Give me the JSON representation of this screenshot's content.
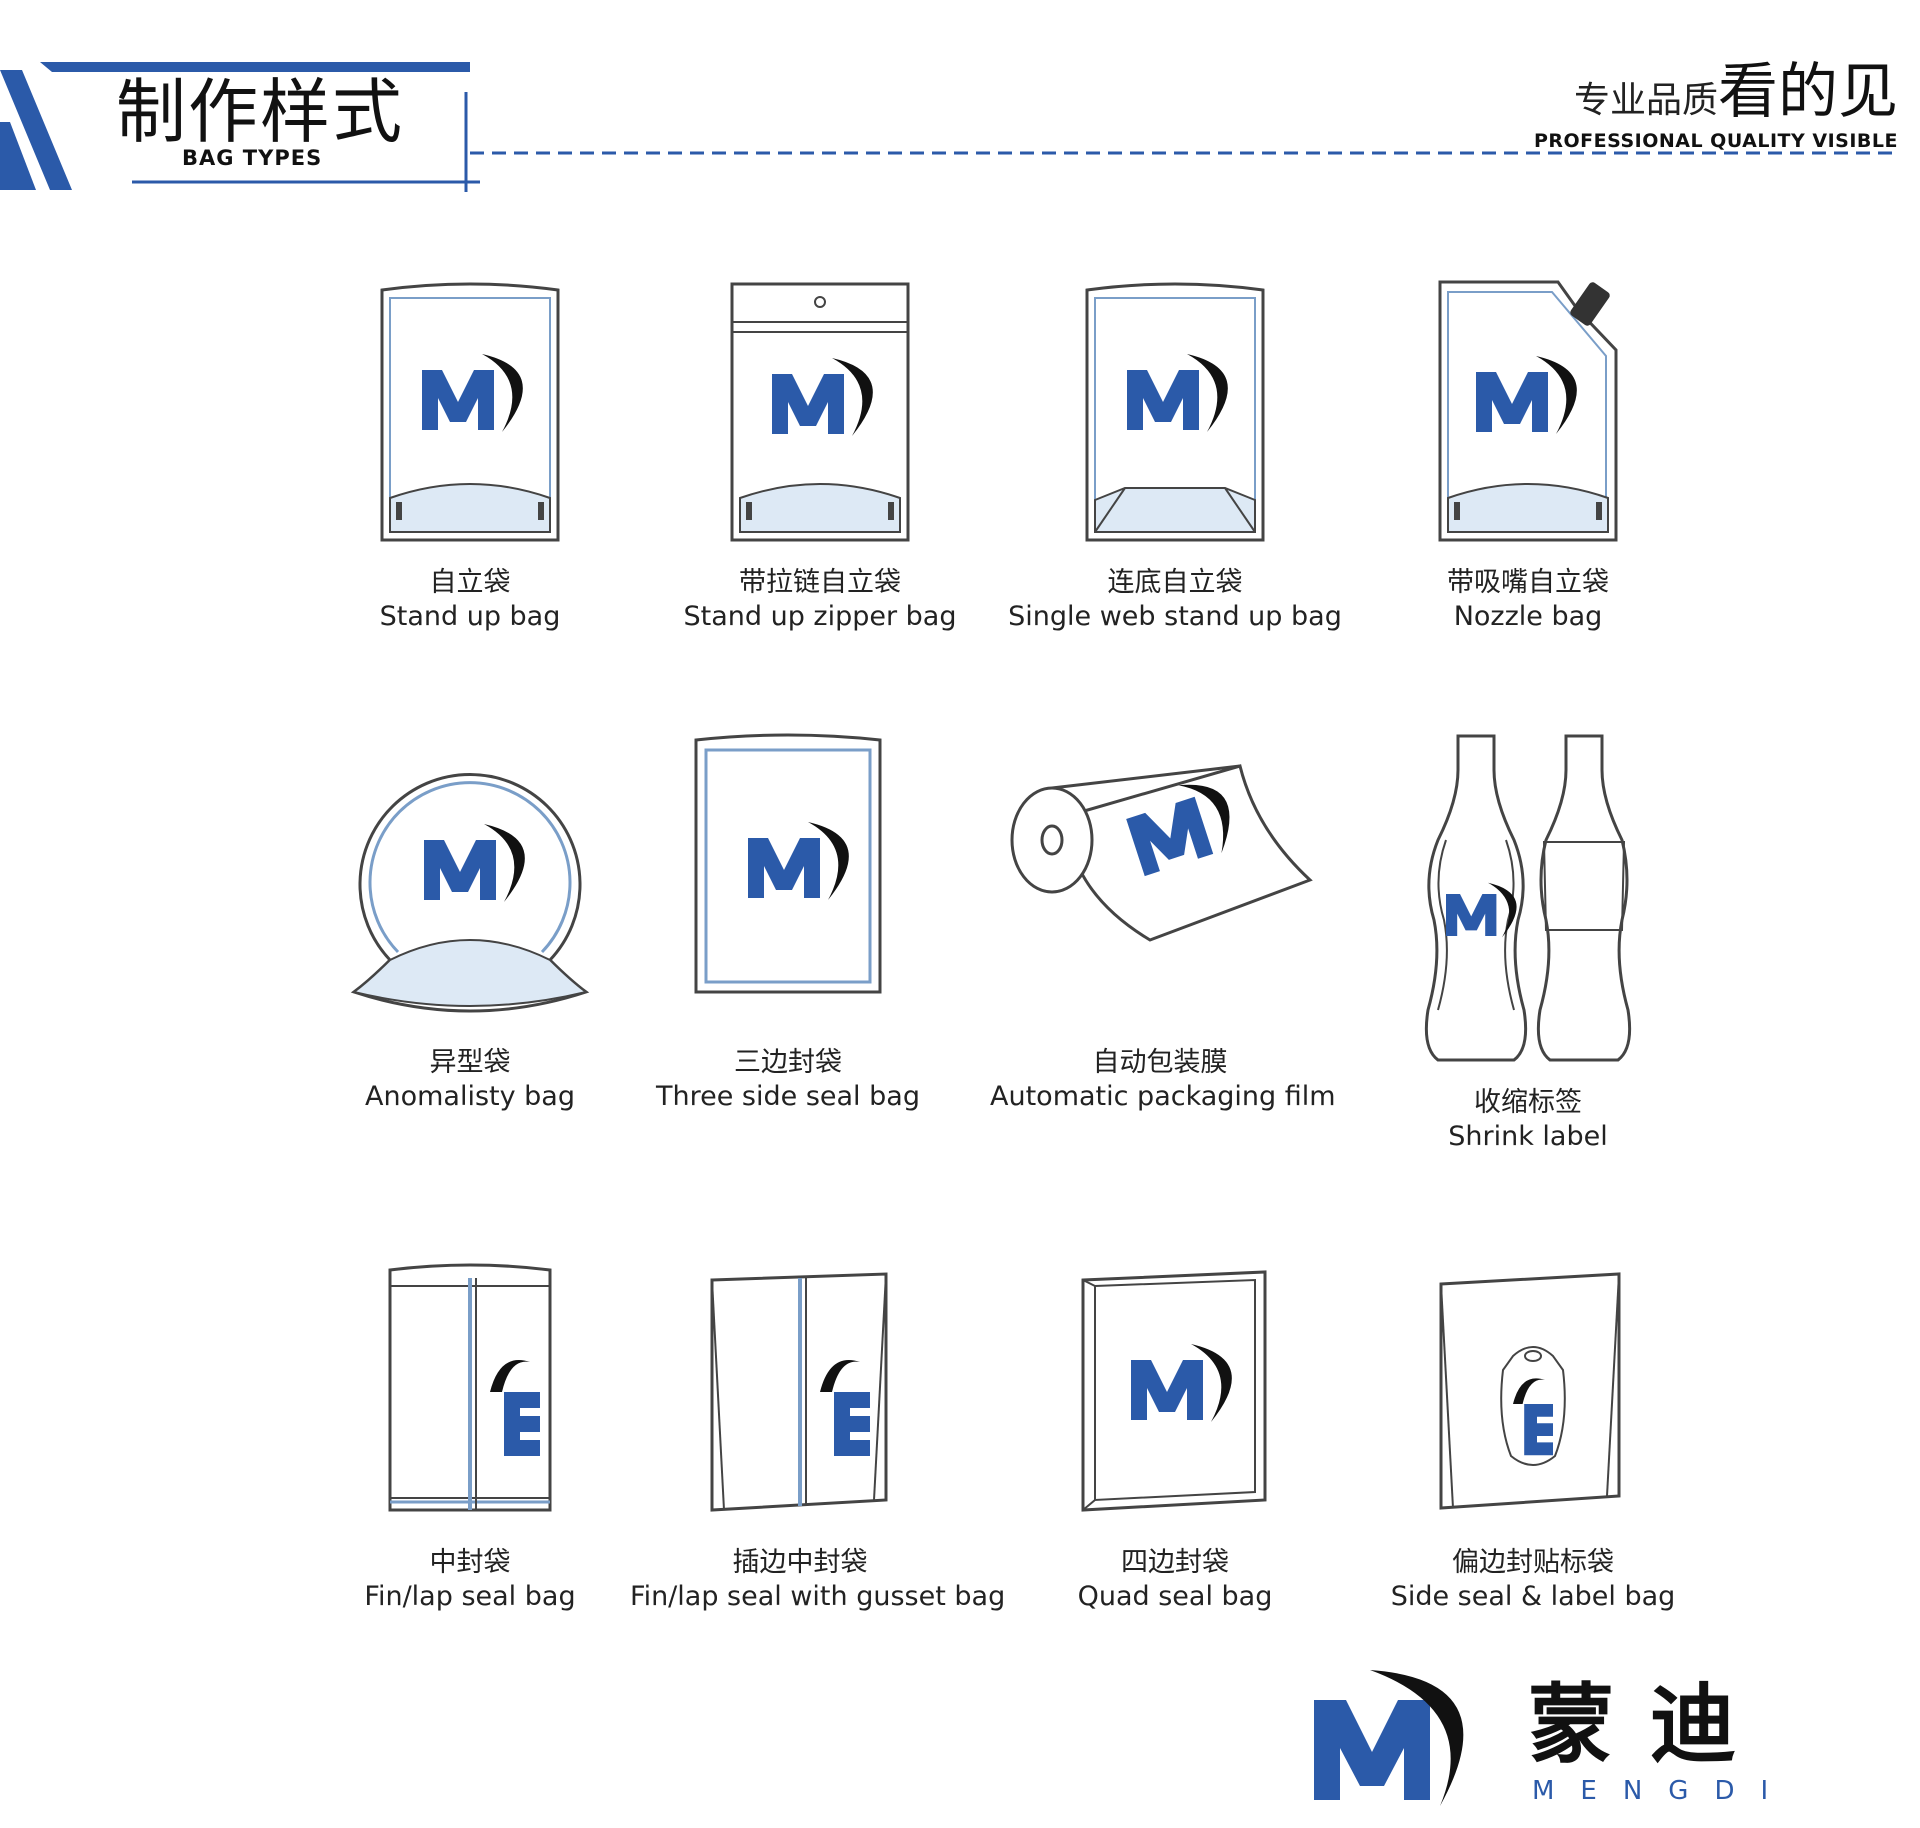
{
  "header": {
    "title": "制作样式",
    "subtitle": "BAG TYPES",
    "slogan_small": "专业品质",
    "slogan_big": "看的见",
    "slogan_en": "PROFESSIONAL QUALITY VISIBLE"
  },
  "colors": {
    "brand_blue": "#2b5aa9",
    "pouch_tint": "#dde9f5",
    "outline": "#444444"
  },
  "bags": [
    {
      "cn": "自立袋",
      "en": "Stand up bag",
      "icon": "stand-up-bag-icon"
    },
    {
      "cn": "带拉链自立袋",
      "en": "Stand up zipper bag",
      "icon": "zipper-bag-icon"
    },
    {
      "cn": "连底自立袋",
      "en": "Single web stand up bag",
      "icon": "single-web-bag-icon"
    },
    {
      "cn": "带吸嘴自立袋",
      "en": "Nozzle bag",
      "icon": "nozzle-bag-icon"
    },
    {
      "cn": "异型袋",
      "en": "Anomalisty bag",
      "icon": "shaped-bag-icon"
    },
    {
      "cn": "三边封袋",
      "en": "Three side seal bag",
      "icon": "three-side-seal-bag-icon"
    },
    {
      "cn": "自动包装膜",
      "en": "Automatic packaging film",
      "icon": "film-roll-icon"
    },
    {
      "cn": "收缩标签",
      "en": "Shrink label",
      "icon": "bottle-label-icon"
    },
    {
      "cn": "中封袋",
      "en": "Fin/lap seal bag",
      "icon": "fin-seal-bag-icon"
    },
    {
      "cn": "插边中封袋",
      "en": "Fin/lap seal with gusset bag",
      "icon": "gusset-bag-icon"
    },
    {
      "cn": "四边封袋",
      "en": "Quad seal bag",
      "icon": "quad-seal-bag-icon"
    },
    {
      "cn": "偏边封贴标袋",
      "en": "Side seal & label bag",
      "icon": "side-seal-label-bag-icon"
    }
  ],
  "brand": {
    "cn": "蒙迪",
    "en": "MENGDI"
  }
}
